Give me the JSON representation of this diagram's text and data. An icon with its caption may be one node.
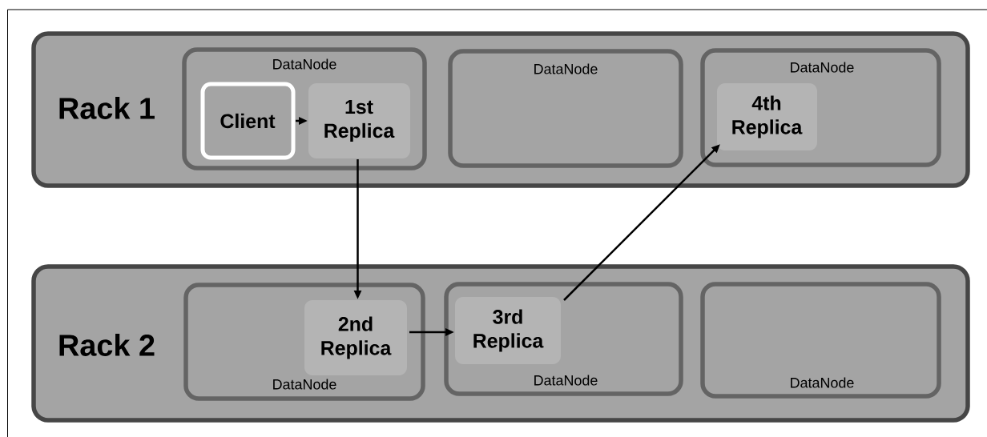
{
  "diagram": {
    "nodes": [
      {
        "text": [
          "Rack 1"
        ]
      },
      {
        "text": [
          "DataNode"
        ],
        "in": 0
      },
      {
        "text": [
          "Client"
        ],
        "in": 1
      },
      {
        "text": [
          "1st Replica"
        ],
        "in": 1
      },
      {
        "text": [
          "DataNode"
        ],
        "in": 0
      },
      {
        "text": [
          "DataNode"
        ],
        "in": 0
      },
      {
        "text": [
          "4th Replica"
        ],
        "in": 5
      },
      {
        "text": [
          "Rack 2"
        ]
      },
      {
        "text": [
          "DataNode"
        ],
        "in": 7
      },
      {
        "text": [
          "2nd Replica"
        ],
        "in": 8
      },
      {
        "text": [
          "DataNode"
        ],
        "in": 7
      },
      {
        "text": [
          "3rd Replica"
        ],
        "in": 10
      },
      {
        "text": [
          "DataNode"
        ],
        "in": 7
      }
    ],
    "edges": [
      {
        "from": 2,
        "to": 3,
        "arrow": "to"
      },
      {
        "from": 3,
        "to": 9,
        "arrow": "to"
      },
      {
        "from": 9,
        "to": 11,
        "arrow": "to"
      },
      {
        "from": 11,
        "to": 6,
        "arrow": "to"
      }
    ]
  }
}
